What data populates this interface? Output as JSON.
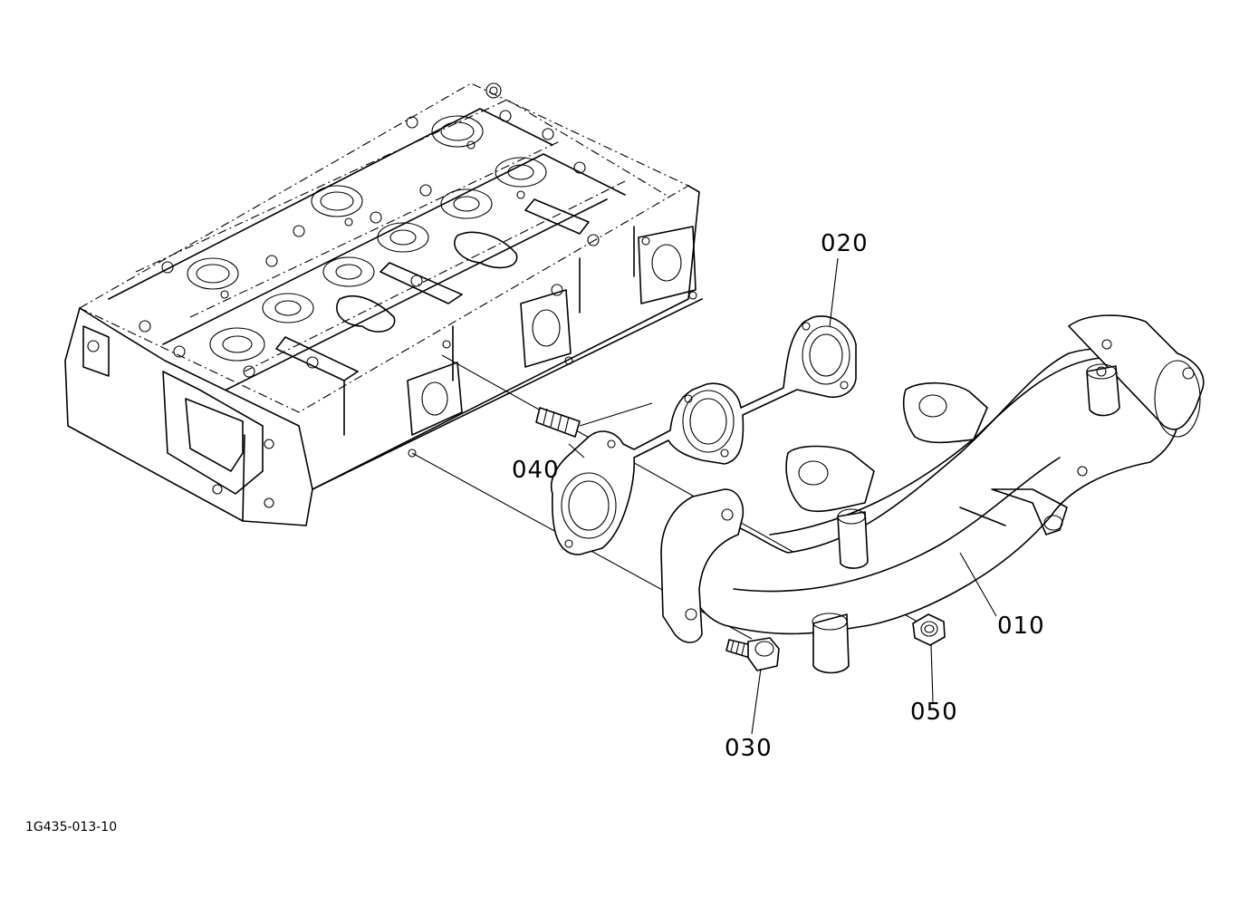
{
  "diagram": {
    "document_id": "1G435-013-10",
    "parts": [
      {
        "id": "010",
        "label": "010"
      },
      {
        "id": "020",
        "label": "020"
      },
      {
        "id": "030",
        "label": "030"
      },
      {
        "id": "040",
        "label": "040"
      },
      {
        "id": "050",
        "label": "050"
      }
    ]
  },
  "colors": {
    "line": "#000000",
    "background": "#ffffff"
  }
}
